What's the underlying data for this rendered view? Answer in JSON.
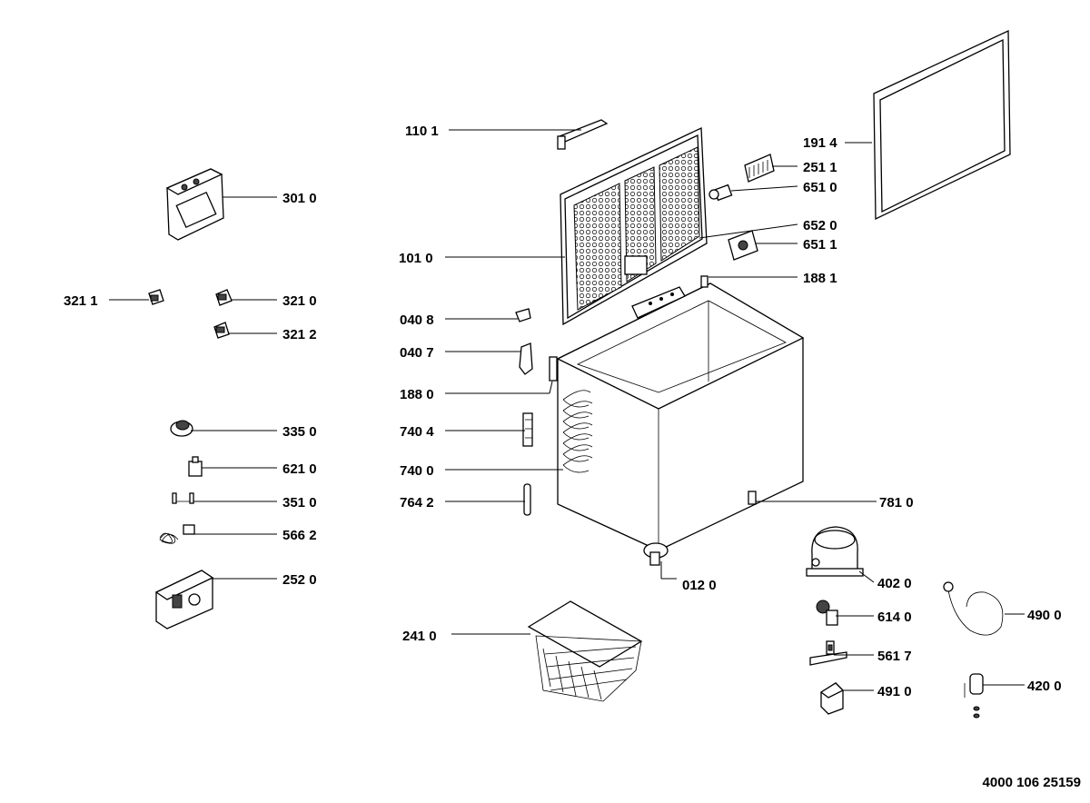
{
  "parts": {
    "p1101": "110 1",
    "p1914": "191 4",
    "p2511": "251 1",
    "p6510": "651 0",
    "p3010": "301 0",
    "p6520": "652 0",
    "p1010": "101 0",
    "p6511": "651 1",
    "p1881": "188 1",
    "p3211": "321 1",
    "p3210": "321 0",
    "p0408": "040 8",
    "p3212": "321 2",
    "p0407": "040 7",
    "p1880": "188 0",
    "p3350": "335 0",
    "p7404": "740 4",
    "p6210": "621 0",
    "p7400": "740 0",
    "p3510": "351 0",
    "p7642": "764 2",
    "p7810": "781 0",
    "p5662": "566 2",
    "p2520": "252 0",
    "p4020": "402 0",
    "p0120": "012 0",
    "p6140": "614 0",
    "p4900": "490 0",
    "p2410": "241 0",
    "p5617": "561 7",
    "p4200": "420 0",
    "p4910": "491 0"
  },
  "document_number": "4000 106 25159"
}
